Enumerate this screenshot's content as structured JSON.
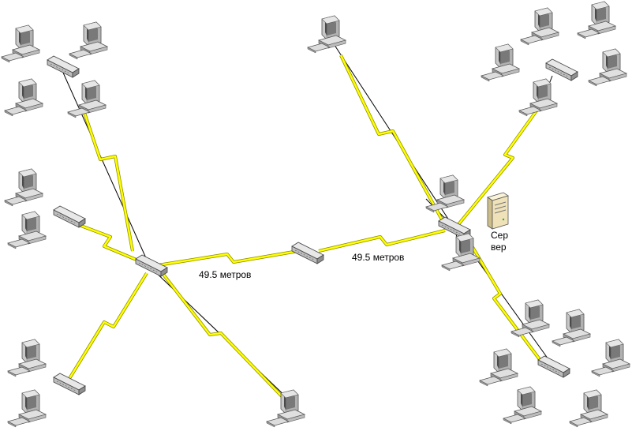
{
  "labels": {
    "distance_left": "49.5 метров",
    "distance_right": "49.5 метров",
    "server_line1": "Сер",
    "server_line2": "вер"
  },
  "colors": {
    "wireless_link": "#ffff00",
    "wireless_outline": "#8a8a00",
    "cable": "#000000",
    "device_body": "#d9d9d9",
    "device_shadow": "#8c8c8c",
    "screen": "#4d4d4d",
    "server_body": "#f1e4bf"
  }
}
